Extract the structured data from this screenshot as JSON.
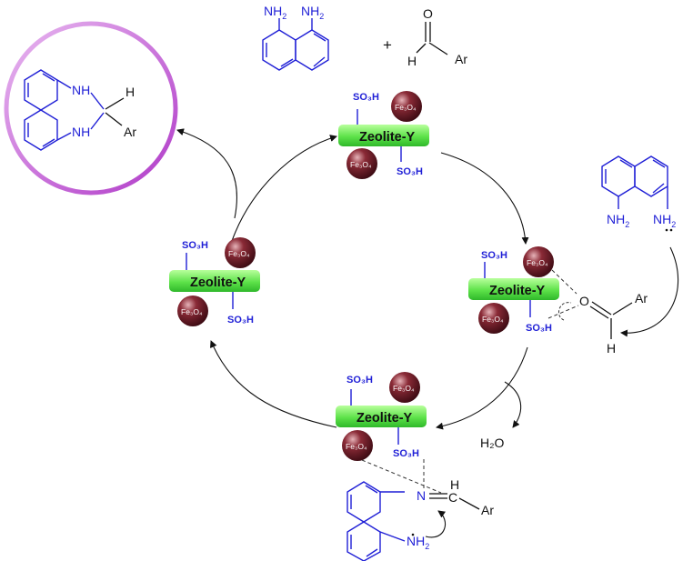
{
  "reactants": {
    "amine": {
      "nh2_left": "NH",
      "nh2_right": "NH",
      "sub": "2"
    },
    "plus": "+",
    "aldehyde": {
      "o": "O",
      "h": "H",
      "ar": "Ar"
    }
  },
  "product": {
    "nh_top": "NH",
    "nh_bottom": "NH",
    "h": "H",
    "ar": "Ar"
  },
  "catalyst": {
    "zeolite_label": "Zeolite-Y",
    "so3h": "SO₃H",
    "fe3o4": "Fe₃O₄"
  },
  "side_amine": {
    "nh2_left": "NH",
    "nh2_right": "NH",
    "sub": "2"
  },
  "aldehyde_bound": {
    "o": "O",
    "ar": "Ar",
    "h": "H"
  },
  "byproduct": {
    "water": "H₂O"
  },
  "imine": {
    "n": "N",
    "h": "H",
    "ar": "Ar",
    "nh2": "NH",
    "sub": "2"
  },
  "colors": {
    "catalyst_green": "#5ee24a",
    "fe3o4_sphere": "#6b1a24",
    "structure_blue": "#1f1fd6",
    "product_circle": "#c24fd6"
  }
}
